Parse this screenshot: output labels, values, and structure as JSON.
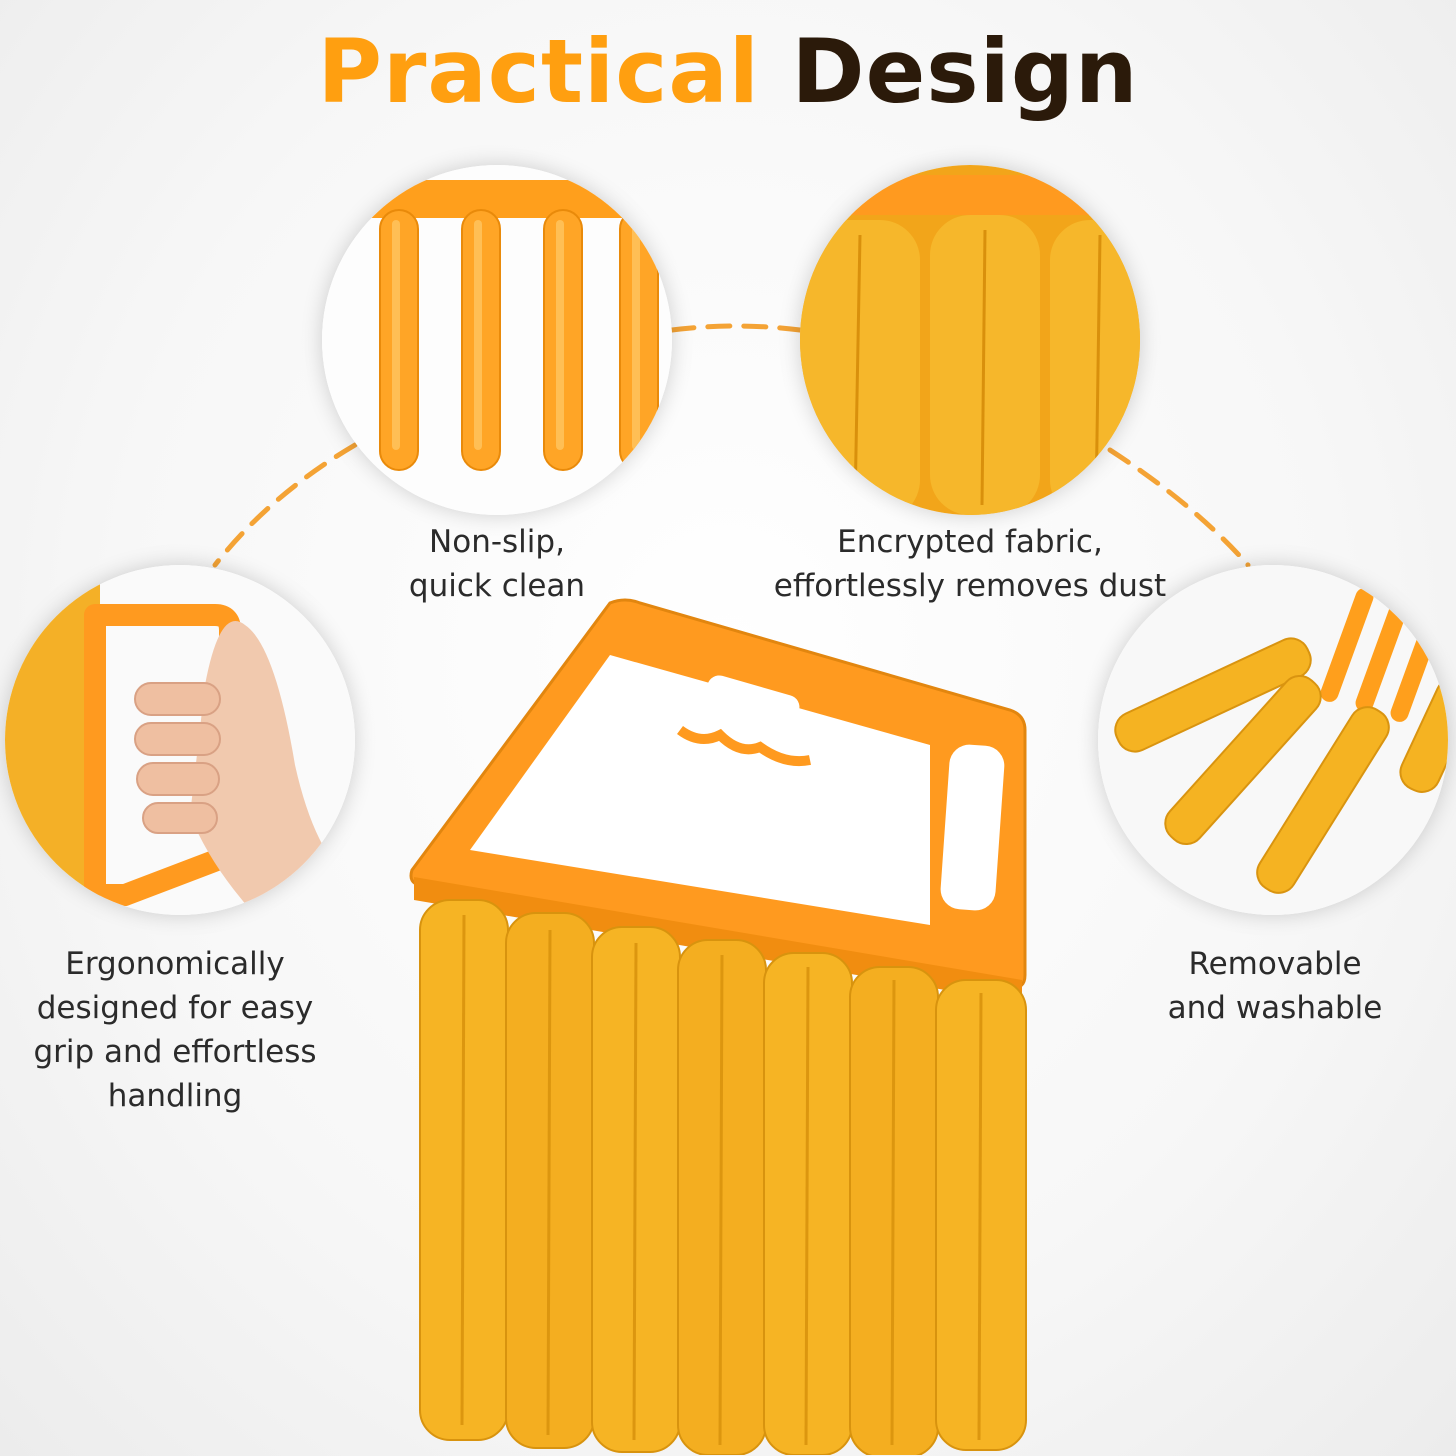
{
  "headline": {
    "word_1": "Practical",
    "word_2": "Design",
    "word_1_color": "#ff9f10",
    "word_2_color": "#2b1a0a"
  },
  "features": [
    {
      "id": "non-slip",
      "line_1": "Non-slip,",
      "line_2": "quick clean",
      "image": "slat-prongs-closeup"
    },
    {
      "id": "encrypted-fabric",
      "line_1": "Encrypted fabric,",
      "line_2": "effortlessly removes dust",
      "image": "microfiber-sleeves-closeup"
    },
    {
      "id": "ergonomic",
      "line_1": "Ergonomically",
      "line_2": "designed for easy",
      "line_3": "grip and effortless",
      "line_4": "handling",
      "image": "hand-gripping-handle"
    },
    {
      "id": "removable",
      "line_1": "Removable",
      "line_2": "and washable",
      "image": "detached-sleeves"
    }
  ],
  "colors": {
    "orange_plastic": "#ff9a1f",
    "microfiber_yellow": "#f5b21c",
    "connector_dash": "#f4a335",
    "caption_text": "#2b2b2b"
  },
  "product": {
    "image": "blind-duster-brush",
    "sleeve_count": 7
  }
}
